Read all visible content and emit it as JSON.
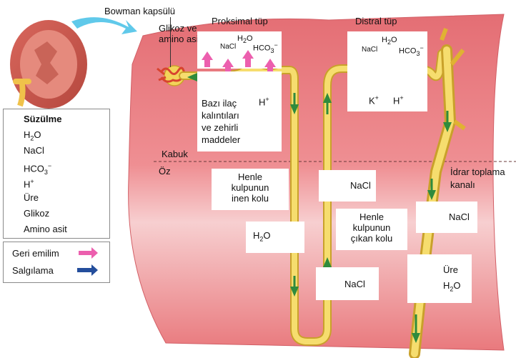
{
  "labels": {
    "bowman": "Bowman kapsülü",
    "glikoz_amino": [
      "Glikoz ve",
      "amino asit"
    ],
    "proksimal": "Proksimal tüp",
    "distral": "Distral tüp",
    "kabuk": "Kabuk",
    "oz": "Öz",
    "idrar": [
      "İdrar toplama",
      "kanalı"
    ],
    "henle_inen": [
      "Henle",
      "kulpunun",
      "inen kolu"
    ],
    "henle_cikan": [
      "Henle",
      "kulpunun",
      "çıkan kolu"
    ],
    "ilac": [
      "Bazı ilaç",
      "kalıntıları",
      "ve zehirli",
      "maddeler"
    ]
  },
  "proksimal_box": {
    "h2o": "H",
    "h2o_sub": "2",
    "h2o_o": "O",
    "nacl": "NaCl",
    "hco": "HCO",
    "hco_sub": "3",
    "hco_sup": "−",
    "h": "H",
    "h_sup": "+"
  },
  "distral_box": {
    "h2o": "H",
    "h2o_sub": "2",
    "h2o_o": "O",
    "nacl": "NaCl",
    "hco": "HCO",
    "hco_sub": "3",
    "hco_sup": "−",
    "k": "K",
    "k_sup": "+",
    "h": "H",
    "h_sup": "+"
  },
  "medulla_boxes": {
    "nacl_1": "NaCl",
    "h2o": "H",
    "h2o_sub": "2",
    "h2o_o": "O",
    "nacl_2": "NaCl",
    "nacl_3": "NaCl",
    "ure": "Üre",
    "h2o_2": "H",
    "h2o_2_sub": "2",
    "h2o_2_o": "O"
  },
  "suzulme": {
    "title": "Süzülme",
    "h2o": "H",
    "h2o_sub": "2",
    "h2o_o": "O",
    "nacl": "NaCl",
    "hco": "HCO",
    "hco_sub": "3",
    "hco_sup": "−",
    "h": "H",
    "h_sup": "+",
    "ure": "Üre",
    "glikoz": "Glikoz",
    "amino": "Amino asit"
  },
  "legend": {
    "geri": "Geri emilim",
    "salgi": "Salgılama"
  },
  "colors": {
    "cortex": "#e8787a",
    "medulla": "#f5b6b8",
    "tubule": "#f3d35a",
    "tubule_edge": "#c9a12a",
    "pink_arrow": "#ec5fae",
    "blue_arrow": "#244e9c",
    "green_arrow": "#2f8b3d"
  }
}
